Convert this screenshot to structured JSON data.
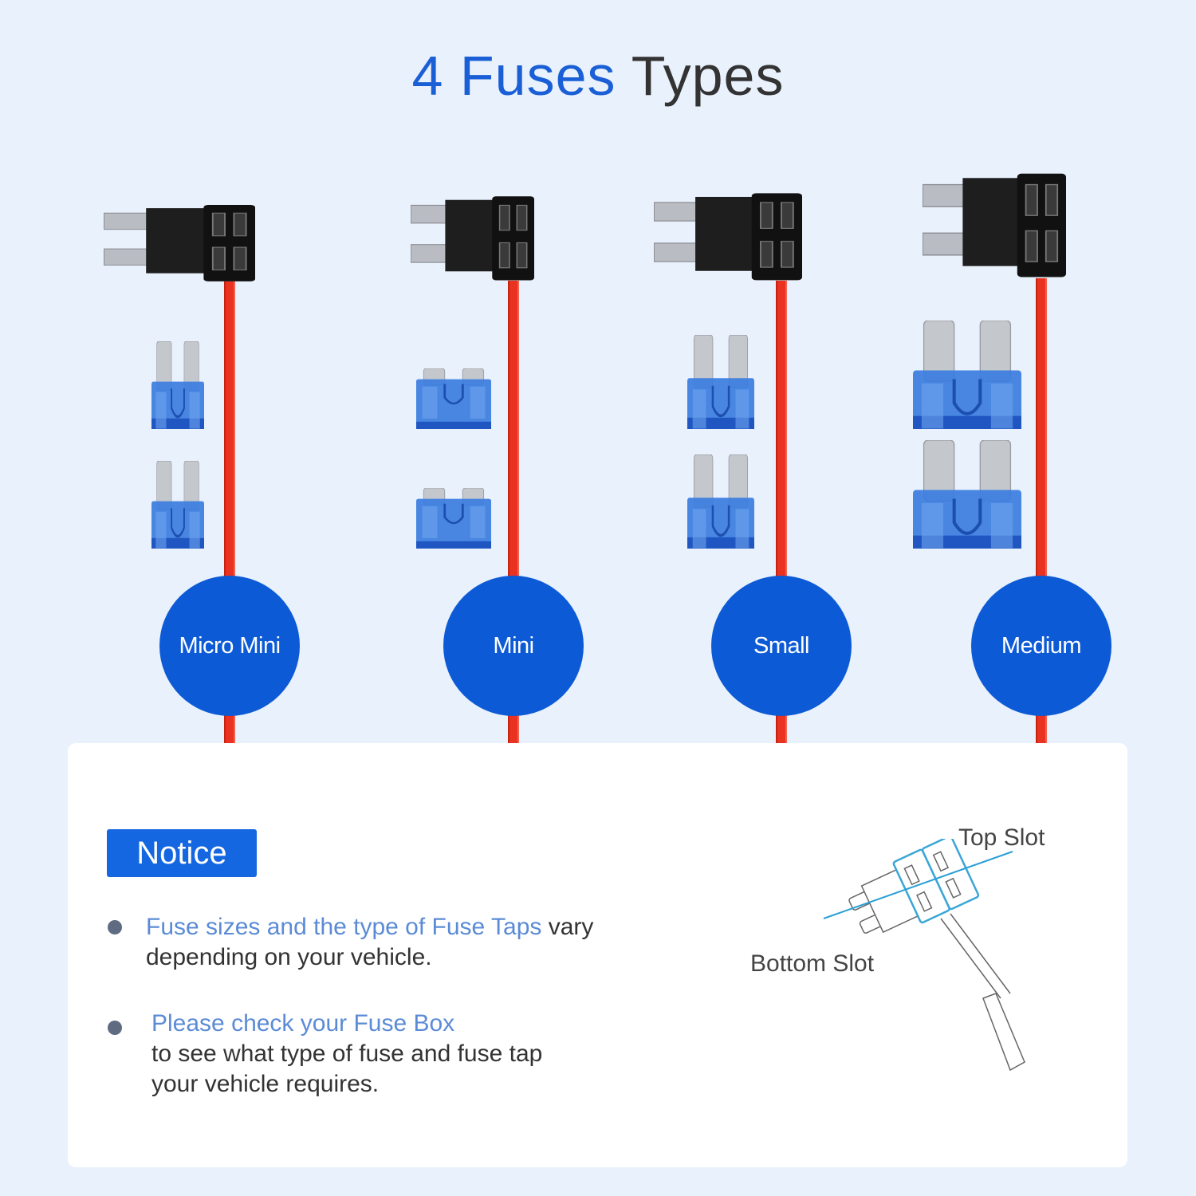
{
  "title": {
    "highlight": "4 Fuses",
    "rest": "Types"
  },
  "fuse_types": [
    {
      "label": "Micro Mini"
    },
    {
      "label": "Mini"
    },
    {
      "label": "Small"
    },
    {
      "label": "Medium"
    }
  ],
  "notice": {
    "badge": "Notice",
    "bullets": [
      {
        "highlight": "Fuse sizes and the type of Fuse Taps",
        "text_1": " vary",
        "text_2": "depending on your vehicle."
      },
      {
        "highlight": "Please check your Fuse Box",
        "text_1": "to see what type of fuse and fuse tap",
        "text_2": "your vehicle requires."
      }
    ]
  },
  "diagram": {
    "top_slot": "Top Slot",
    "bottom_slot": "Bottom Slot"
  },
  "colors": {
    "accent": "#1a5fd6",
    "circle": "#0c5ad6",
    "wire": "#e9321f",
    "fuse": "#3a7de0",
    "background": "#e9f1fc"
  }
}
